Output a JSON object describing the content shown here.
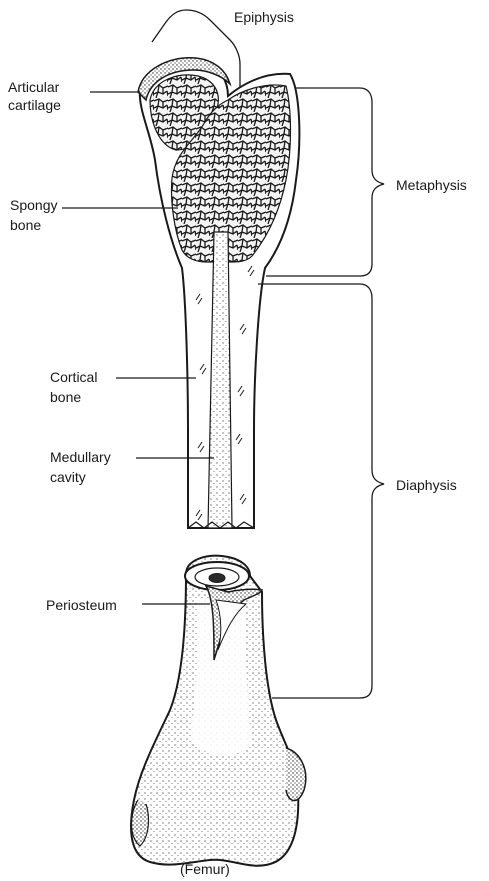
{
  "labels": {
    "epiphysis": "Epiphysis",
    "articular_cartilage_line1": "Articular",
    "articular_cartilage_line2": "cartilage",
    "spongy_bone_line1": "Spongy",
    "spongy_bone_line2": "bone",
    "metaphysis": "Metaphysis",
    "cortical_bone_line1": "Cortical",
    "cortical_bone_line2": "bone",
    "medullary_cavity_line1": "Medullary",
    "medullary_cavity_line2": "cavity",
    "diaphysis": "Diaphysis",
    "periosteum": "Periosteum",
    "caption": "(Femur)"
  },
  "colors": {
    "ink": "#1a1a1a",
    "paper": "#ffffff"
  }
}
